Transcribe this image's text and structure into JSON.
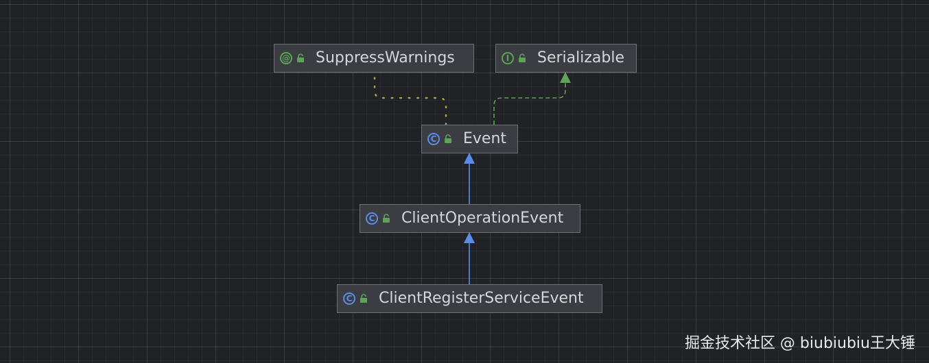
{
  "diagram": {
    "nodes": [
      {
        "id": "suppress",
        "label": "SuppressWarnings",
        "kind": "annotation",
        "kind_glyph": "@",
        "kind_color": "#5fa35a"
      },
      {
        "id": "serializable",
        "label": "Serializable",
        "kind": "interface",
        "kind_glyph": "I",
        "kind_color": "#5fa35a"
      },
      {
        "id": "event",
        "label": "Event",
        "kind": "class",
        "kind_glyph": "C",
        "kind_color": "#5b8de8"
      },
      {
        "id": "client_op",
        "label": "ClientOperationEvent",
        "kind": "class",
        "kind_glyph": "C",
        "kind_color": "#5b8de8"
      },
      {
        "id": "client_reg",
        "label": "ClientRegisterServiceEvent",
        "kind": "class",
        "kind_glyph": "C",
        "kind_color": "#5b8de8"
      }
    ],
    "edges": [
      {
        "from": "event",
        "to": "suppress",
        "relation": "annotated-by",
        "color": "#a7a83a"
      },
      {
        "from": "event",
        "to": "serializable",
        "relation": "implements",
        "color": "#5fa35a"
      },
      {
        "from": "client_op",
        "to": "event",
        "relation": "extends",
        "color": "#5b8de8"
      },
      {
        "from": "client_reg",
        "to": "client_op",
        "relation": "extends",
        "color": "#5b8de8"
      }
    ],
    "colors": {
      "background": "#212226",
      "node_fill": "#3b3d42",
      "node_border": "#6e7177",
      "text": "#d5d7db",
      "lock": "#5fa35a"
    }
  },
  "watermark": "掘金技术社区 @ biubiubiu王大锤"
}
